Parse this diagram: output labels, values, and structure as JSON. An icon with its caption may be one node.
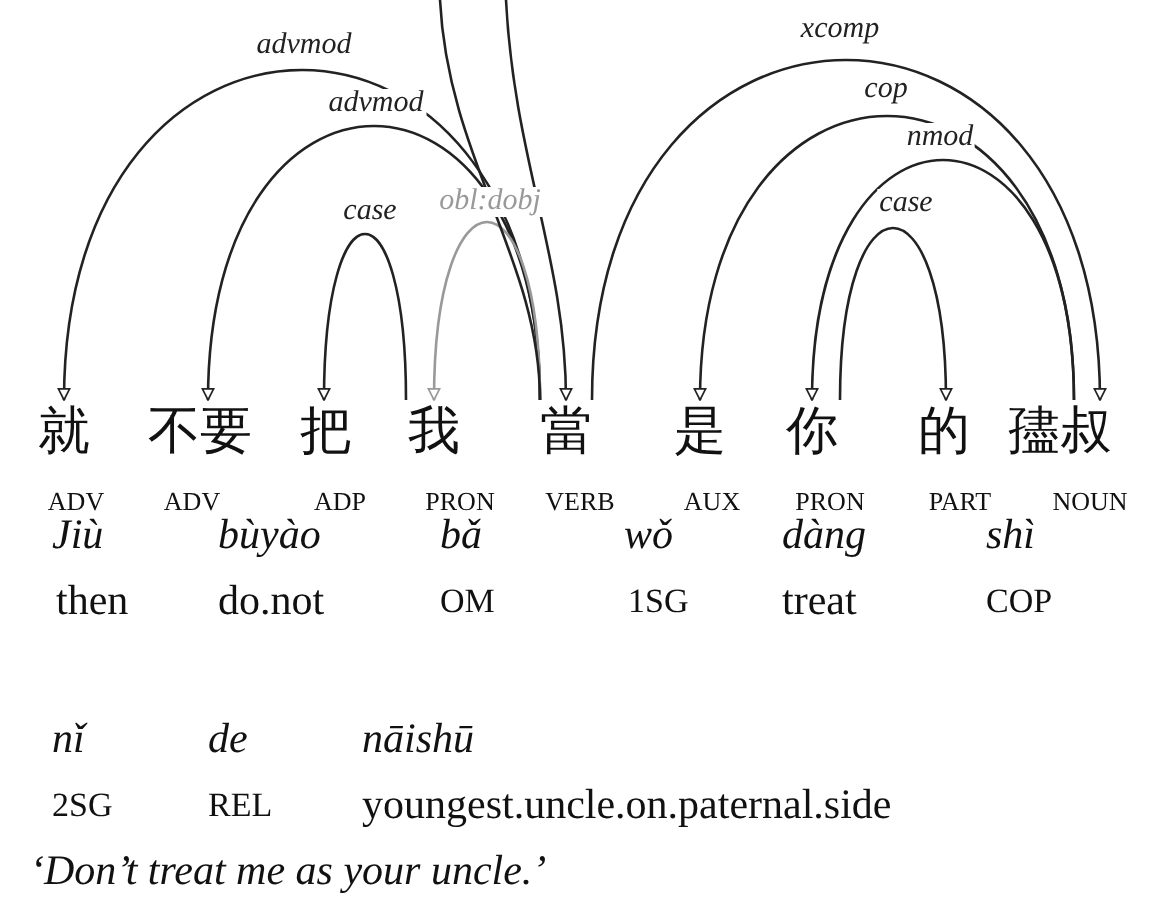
{
  "diagram": {
    "nodes": [
      {
        "text": [
          "就"
        ],
        "beside": [
          "ADV"
        ]
      },
      {
        "text": [
          "不要"
        ],
        "beside": [
          "ADV"
        ]
      },
      {
        "text": [
          "把"
        ],
        "beside": [
          "ADP"
        ]
      },
      {
        "text": [
          "我"
        ],
        "beside": [
          "PRON"
        ]
      },
      {
        "text": [
          "當"
        ],
        "beside": [
          "VERB"
        ]
      },
      {
        "text": [
          "是"
        ],
        "beside": [
          "AUX"
        ]
      },
      {
        "text": [
          "你"
        ],
        "beside": [
          "PRON"
        ]
      },
      {
        "text": [
          "的"
        ],
        "beside": [
          "PART"
        ]
      },
      {
        "text": [
          "孻叔"
        ],
        "beside": [
          "NOUN"
        ]
      }
    ],
    "edges": [
      {
        "from": 4,
        "to": 0,
        "arrow": "to",
        "label": "advmod"
      },
      {
        "from": 4,
        "to": 1,
        "arrow": "to",
        "label": "advmod"
      },
      {
        "from": 3,
        "to": 2,
        "arrow": "to",
        "label": "case"
      },
      {
        "from": 4,
        "to": 3,
        "arrow": "to",
        "label": "obl:dobj",
        "color": "#999999"
      },
      {
        "from": 4,
        "to": 8,
        "arrow": "to",
        "label": "xcomp"
      },
      {
        "from": 8,
        "to": 5,
        "arrow": "to",
        "label": "cop"
      },
      {
        "from": 8,
        "to": 6,
        "arrow": "to",
        "label": "nmod"
      },
      {
        "from": 6,
        "to": 7,
        "arrow": "to",
        "label": "case"
      },
      {
        "from": null,
        "to": 4,
        "arrow": "to"
      },
      {
        "from": 4,
        "to": null,
        "arrow": "none"
      }
    ],
    "labels": [
      "Jiù",
      "bùyào",
      "bǎ",
      "wǒ",
      "dàng",
      "shì",
      "then",
      "do.not",
      "OM",
      "1SG",
      "treat",
      "COP",
      "nǐ",
      "de",
      "nāishū",
      "2SG",
      "REL",
      "youngest.uncle.on.paternal.side",
      "‘Don’t treat me as your uncle.’"
    ]
  }
}
